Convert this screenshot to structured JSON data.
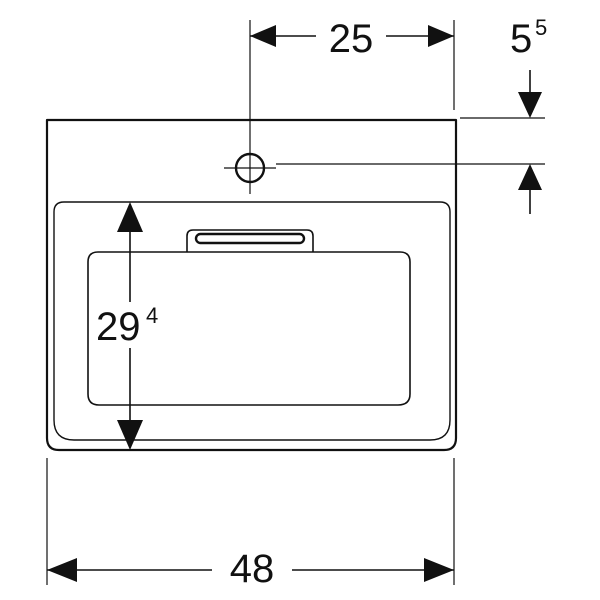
{
  "dimensions": {
    "tap_hole_offset": "25",
    "tap_hole_depth": {
      "main": "5",
      "sup": "5"
    },
    "bowl_depth": {
      "main": "29",
      "sup": "4"
    },
    "overall_width": "48"
  },
  "colors": {
    "line": "#111111",
    "background": "#ffffff"
  }
}
